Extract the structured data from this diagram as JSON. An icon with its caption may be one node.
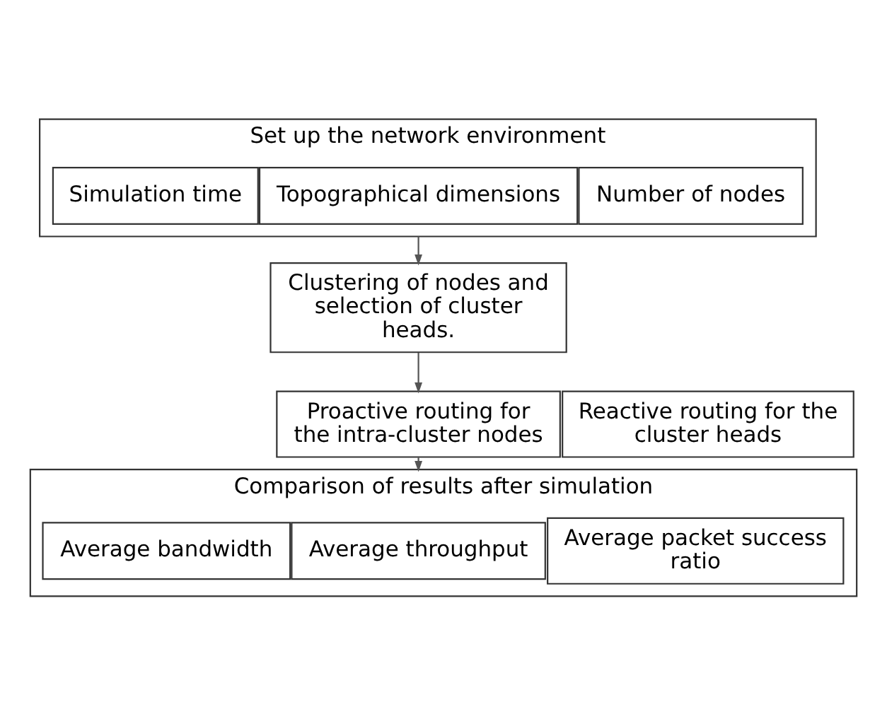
{
  "diagram": {
    "nodes": [
      {
        "text": [
          "Set up the network environment"
        ]
      },
      {
        "text": [
          "Number of nodes"
        ],
        "in": 0
      },
      {
        "text": [
          "Topographical dimensions"
        ],
        "in": 0
      },
      {
        "text": [
          "Simulation time"
        ],
        "in": 0
      },
      {
        "text": [
          "Clustering of nodes and selection of cluster heads."
        ]
      },
      {
        "text": [
          "Proactive routing for the intra-cluster nodes"
        ]
      },
      {
        "text": [
          "Reactive routing for the cluster heads"
        ]
      },
      {
        "text": [
          "Comparison of results after simulation"
        ]
      },
      {
        "text": [
          "Average packet success ratio"
        ],
        "in": 7
      },
      {
        "text": [
          "Average throughput"
        ],
        "in": 7
      },
      {
        "text": [
          "Average bandwidth"
        ],
        "in": 7
      }
    ],
    "edges": [
      {
        "from": 0,
        "to": 4,
        "arrow": "to"
      },
      {
        "from": 4,
        "to": 5,
        "arrow": "to"
      },
      {
        "from": 5,
        "to": 7,
        "arrow": "to"
      }
    ]
  }
}
